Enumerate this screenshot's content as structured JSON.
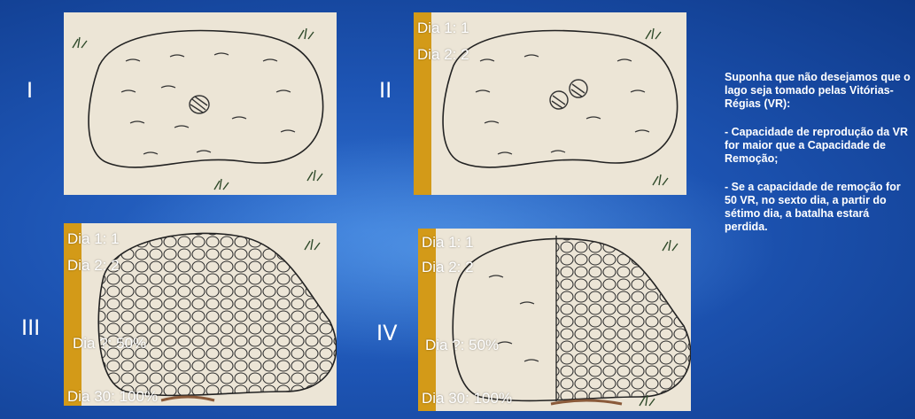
{
  "labels": {
    "p1": "I",
    "p2": "II",
    "p3": "III",
    "p4": "IV"
  },
  "day_labels": {
    "d1": "Dia  1: 1",
    "d2": "Dia  2: 2",
    "dq": "Dia    ?: 50%",
    "d30": "Dia 30: 100%"
  },
  "text": {
    "intro": "Suponha que não desejamos que o lago seja tomado pelas Vitórias-Régias (VR):",
    "point1": "- Capacidade de reprodução da VR for maior que a Capacidade de Remoção;",
    "point2": "- Se a capacidade de remoção for 50 VR, no sexto dia, a partir do sétimo dia, a batalha estará perdida."
  }
}
